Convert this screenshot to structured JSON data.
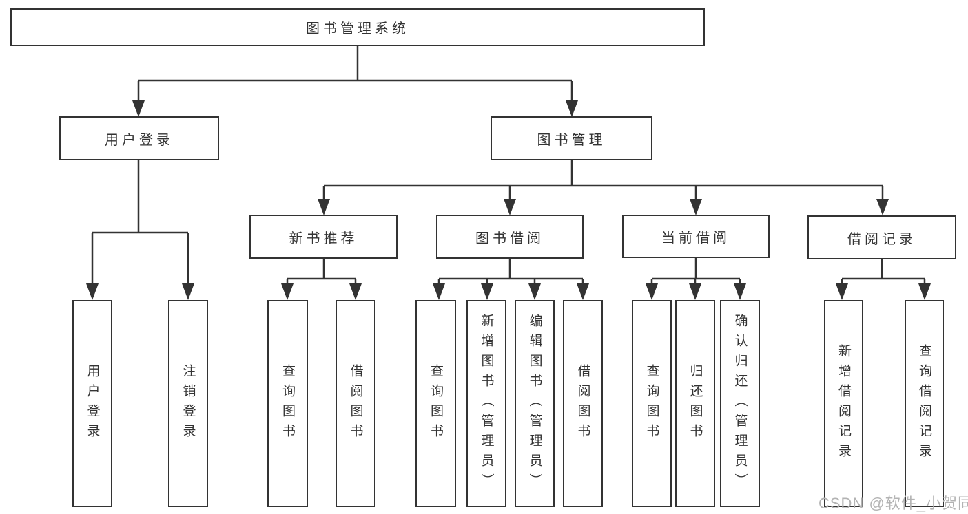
{
  "tree": {
    "root_label": "图书管理系统",
    "login": {
      "label": "用户登录",
      "children": [
        "用户登录",
        "注销登录"
      ]
    },
    "manage": {
      "label": "图书管理",
      "groups": [
        {
          "label": "新书推荐",
          "children": [
            "查询图书",
            "借阅图书"
          ]
        },
        {
          "label": "图书借阅",
          "children": [
            "查询图书",
            "新增图书（管理员）",
            "编辑图书（管理员）",
            "借阅图书"
          ]
        },
        {
          "label": "当前借阅",
          "children": [
            "查询图书",
            "归还图书",
            "确认归还（管理员）"
          ]
        },
        {
          "label": "借阅记录",
          "children": [
            "新增借阅记录",
            "查询借阅记录"
          ]
        }
      ]
    }
  },
  "watermark": "CSDN @软件_小贺同学",
  "colors": {
    "line": "#333333",
    "box_border": "#333333",
    "text": "#333333",
    "watermark": "#b3b3b3",
    "background": "#ffffff"
  }
}
